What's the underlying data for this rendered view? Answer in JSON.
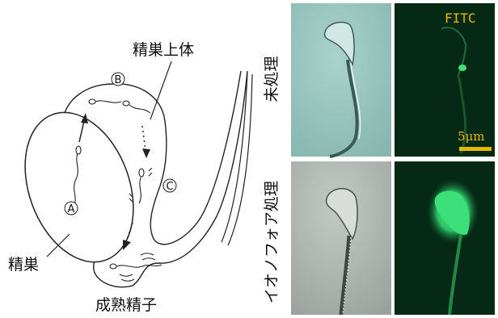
{
  "diagram": {
    "labels": {
      "epididymis": "精巣上体",
      "testis": "精巣",
      "mature_sperm": "成熟精子",
      "point_a": "A",
      "point_b": "B",
      "point_c": "C"
    }
  },
  "micrographs": {
    "row_labels": {
      "untreated": "未処理",
      "ionophore": "イオノフォア処理"
    },
    "channel_label": "FITC",
    "scale_bar": "5μm",
    "colors": {
      "brightfield_top": "#9bc7c0",
      "brightfield_bottom": "#b4bab6",
      "fluor_bg": "#062916",
      "fluor_signal": "#3be07a",
      "label_color": "#e6b800"
    }
  }
}
